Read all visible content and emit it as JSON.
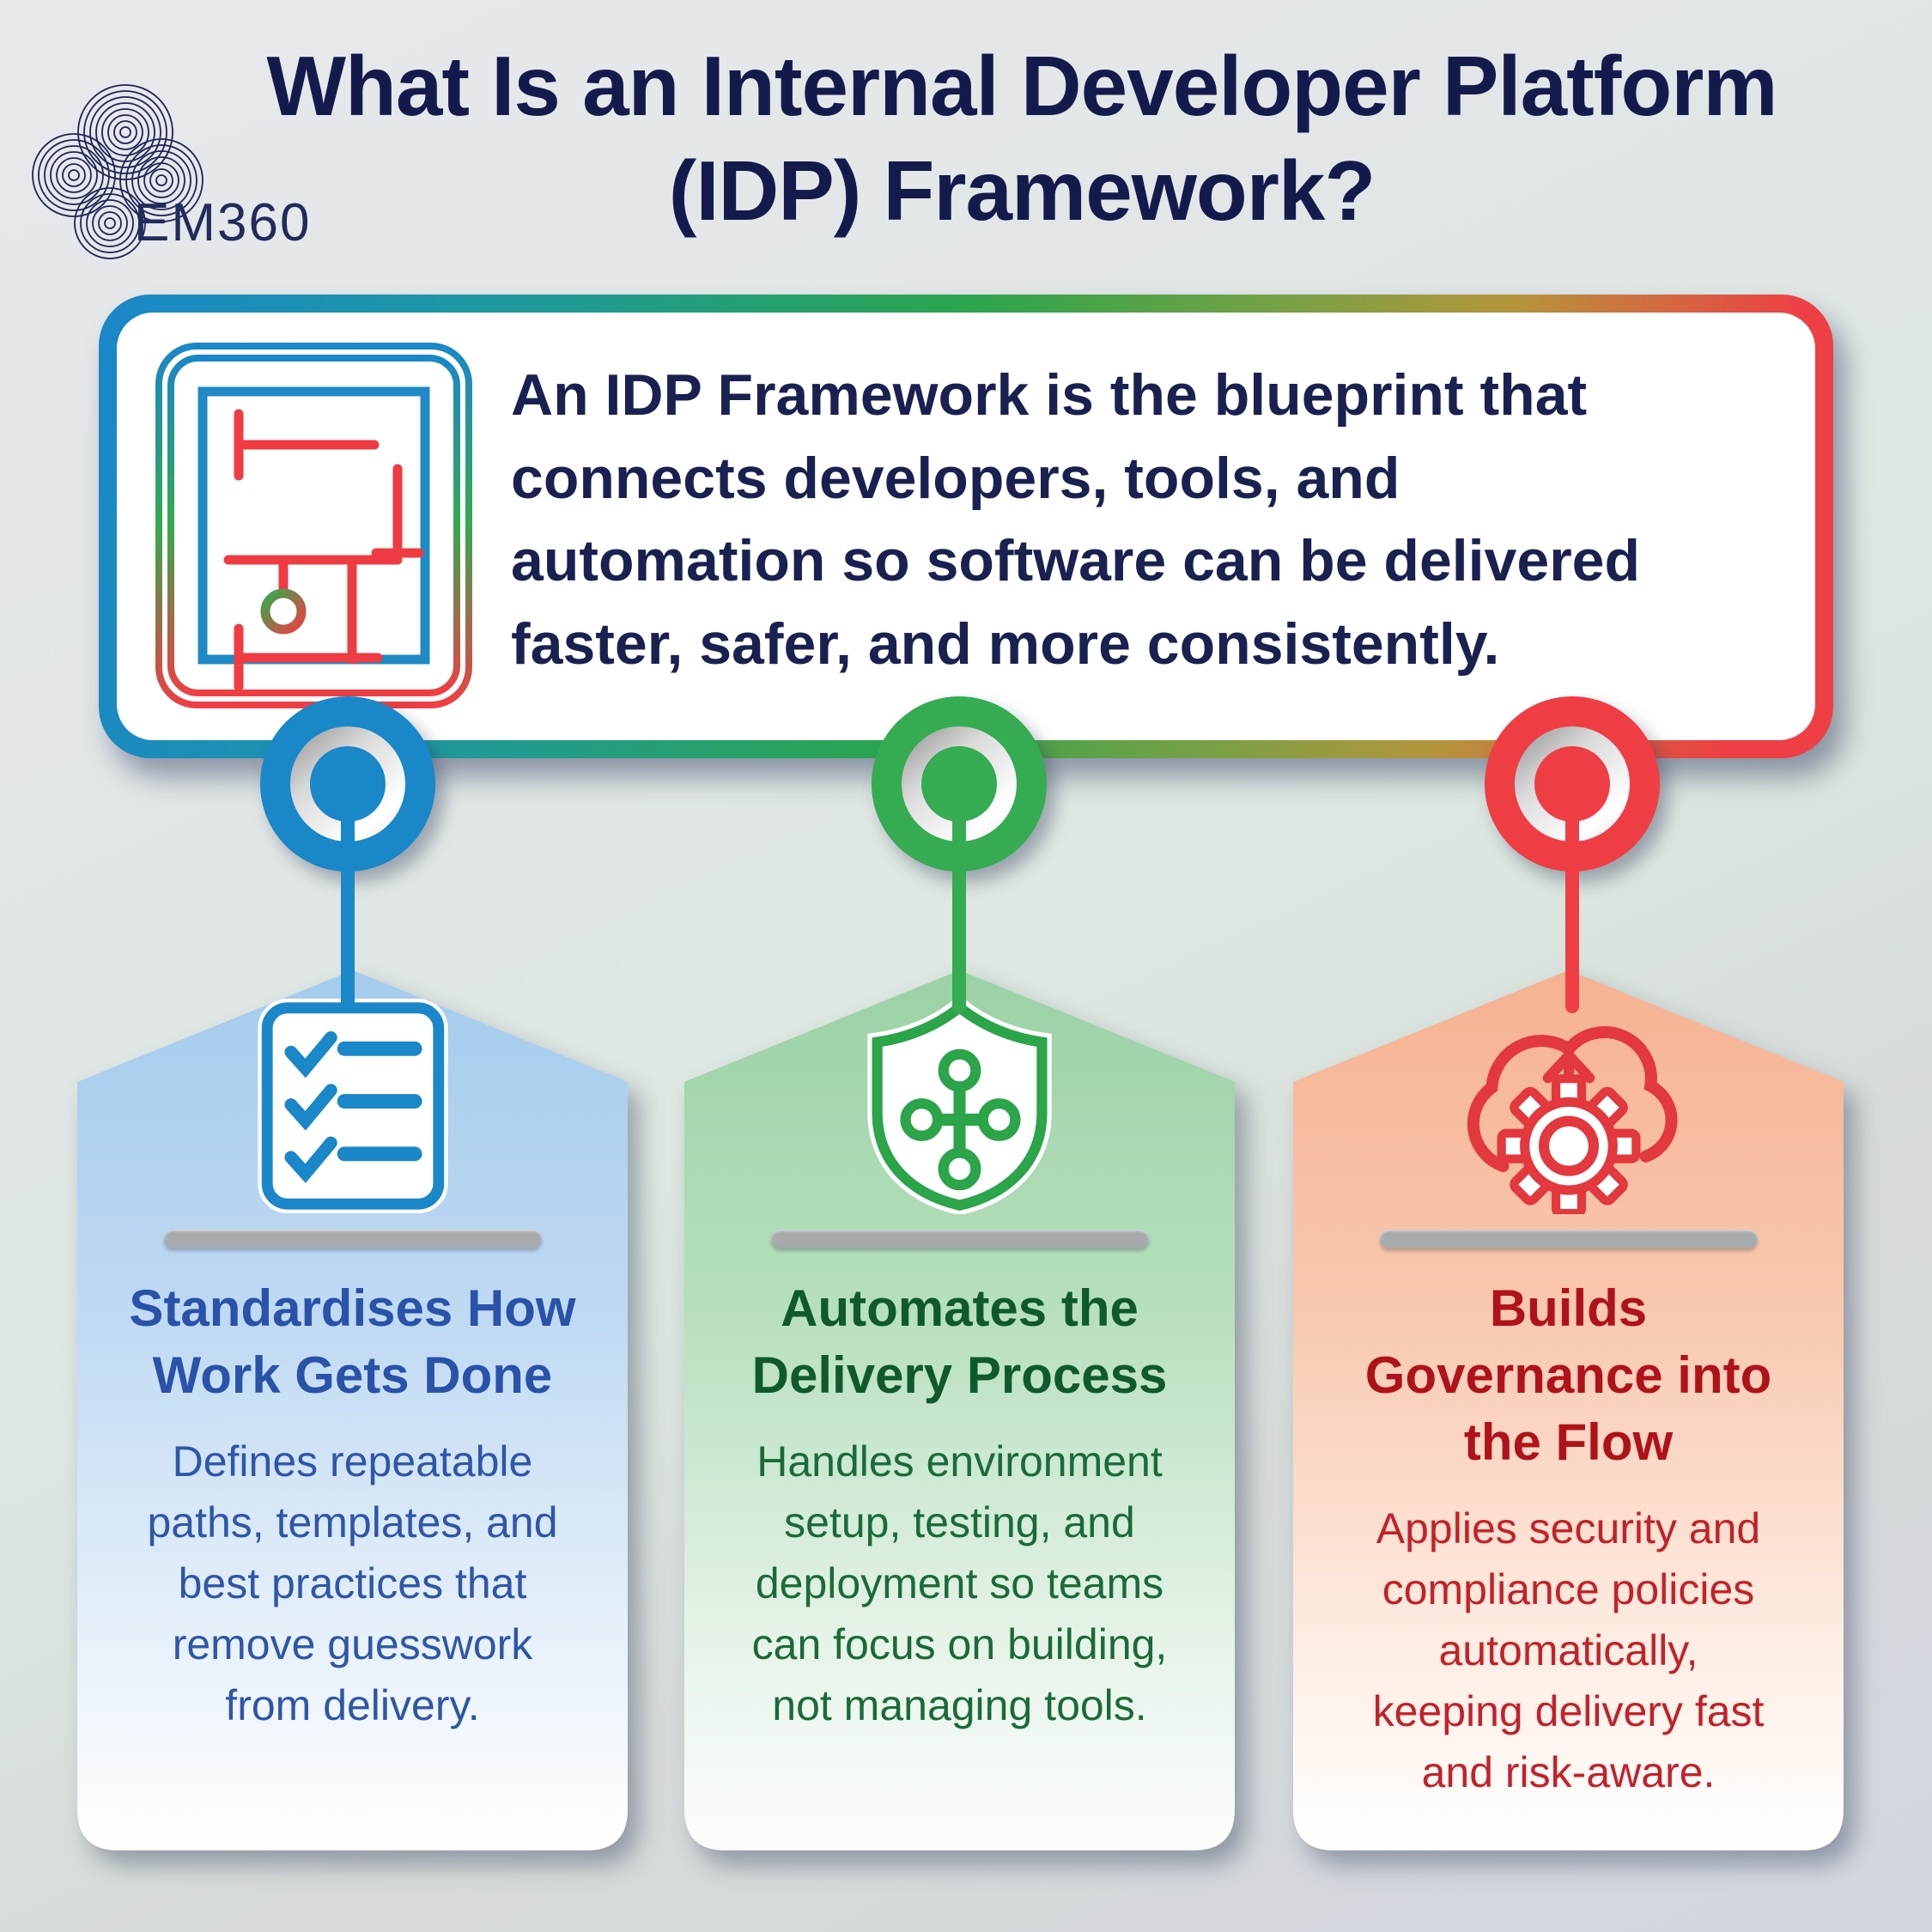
{
  "header": {
    "logo_text": "EM360",
    "title": "What Is an Internal Developer Platform\n(IDP) Framework?",
    "title_color": "#141b4c"
  },
  "intro": {
    "text": "An IDP Framework is the blueprint that\nconnects developers, tools, and\nautomation so software can be delivered\nfaster, safer, and more consistently.",
    "text_color": "#1a2150",
    "border_gradient": [
      "#1a87c8",
      "#2ba54d",
      "#b5953c",
      "#ee3f45"
    ],
    "icon": "blueprint-map-icon"
  },
  "nodes": [
    {
      "color": "#1a87c8"
    },
    {
      "color": "#35ab52"
    },
    {
      "color": "#ee3e44"
    }
  ],
  "cards": [
    {
      "icon": "checklist-icon",
      "accent": "#1a87c8",
      "heading": "Standardises How\nWork Gets Done",
      "heading_color": "#2a52a9",
      "body": "Defines repeatable\npaths, templates, and\nbest practices that\nremove guesswork\nfrom delivery.",
      "body_color": "#2e56a9",
      "bg_top": "#a4cbec"
    },
    {
      "icon": "shield-network-icon",
      "accent": "#35ab52",
      "heading": "Automates the\nDelivery Process",
      "heading_color": "#0e5a2d",
      "body": "Handles environment\nsetup, testing, and\ndeployment so teams\ncan focus on building,\nnot managing tools.",
      "body_color": "#1a6b38",
      "bg_top": "#9bd1a5"
    },
    {
      "icon": "cloud-gear-icon",
      "accent": "#ee3e44",
      "heading": "Builds\nGovernance into\nthe Flow",
      "heading_color": "#b0121b",
      "body": "Applies security and\ncompliance policies\nautomatically,\nkeeping delivery fast\nand risk-aware.",
      "body_color": "#c2222b",
      "bg_top": "#f5b291"
    }
  ]
}
